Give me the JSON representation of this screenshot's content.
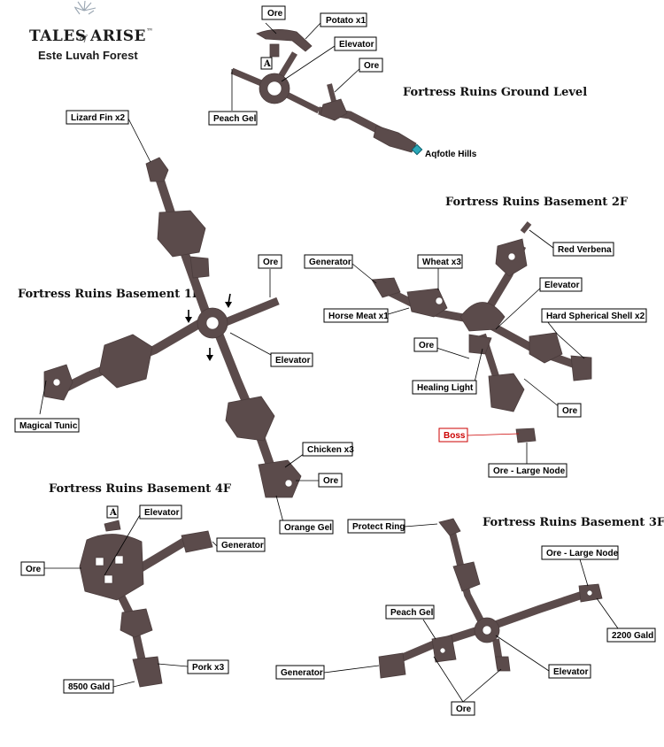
{
  "logo": {
    "word_left": "TALES",
    "word_of": "of",
    "word_right": "ARISE",
    "trademark": "™",
    "subtitle": "Este Luvah Forest"
  },
  "floors": {
    "ground": "Fortress Ruins Ground Level",
    "b1": "Fortress Ruins Basement 1F",
    "b2": "Fortress Ruins Basement 2F",
    "b3": "Fortress Ruins Basement 3F",
    "b4": "Fortress Ruins Basement 4F"
  },
  "markers": {
    "a": "A"
  },
  "labels": {
    "g_ore_top": "Ore",
    "g_potato": "Potato x1",
    "g_elevator": "Elevator",
    "g_ore_right": "Ore",
    "g_peach_gel": "Peach Gel",
    "g_exit": "Aqfotle Hills",
    "b1_lizard_fin": "Lizard Fin x2",
    "b1_ore": "Ore",
    "b1_elevator": "Elevator",
    "b1_magical_tunic": "Magical Tunic",
    "b1_chicken": "Chicken x3",
    "b1_ore_bottom": "Ore",
    "b1_orange_gel": "Orange Gel",
    "b2_generator": "Generator",
    "b2_wheat": "Wheat x3",
    "b2_red_verbena": "Red Verbena",
    "b2_elevator": "Elevator",
    "b2_horse_meat": "Horse Meat x1",
    "b2_hard_shell": "Hard Spherical Shell x2",
    "b2_ore_left": "Ore",
    "b2_healing_light": "Healing Light",
    "b2_ore_right": "Ore",
    "b2_boss": "Boss",
    "b2_ore_large": "Ore - Large Node",
    "b4_elevator": "Elevator",
    "b4_generator": "Generator",
    "b4_ore": "Ore",
    "b4_pork": "Pork x3",
    "b4_gald": "8500 Gald",
    "b3_protect_ring": "Protect Ring",
    "b3_ore_large": "Ore - Large Node",
    "b3_gald": "2200 Gald",
    "b3_peach_gel": "Peach Gel",
    "b3_generator": "Generator",
    "b3_elevator": "Elevator",
    "b3_ore": "Ore"
  },
  "colors": {
    "room_fill": "#5b4b4b",
    "label_border": "#000000",
    "boss_red": "#cc0000",
    "exit_marker": "#2aa7b8"
  }
}
